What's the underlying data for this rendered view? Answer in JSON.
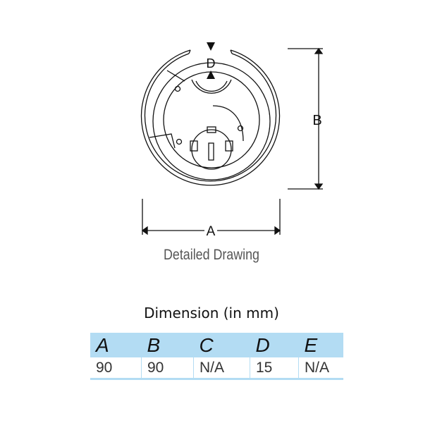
{
  "drawing": {
    "label_a": "A",
    "label_b": "B",
    "label_d": "D",
    "caption": "Detailed Drawing"
  },
  "table": {
    "title": "Dimension (in mm)",
    "headers": [
      "A",
      "B",
      "C",
      "D",
      "E"
    ],
    "values": [
      "90",
      "90",
      "N/A",
      "15",
      "N/A"
    ],
    "header_color": "#b3dcf3"
  }
}
